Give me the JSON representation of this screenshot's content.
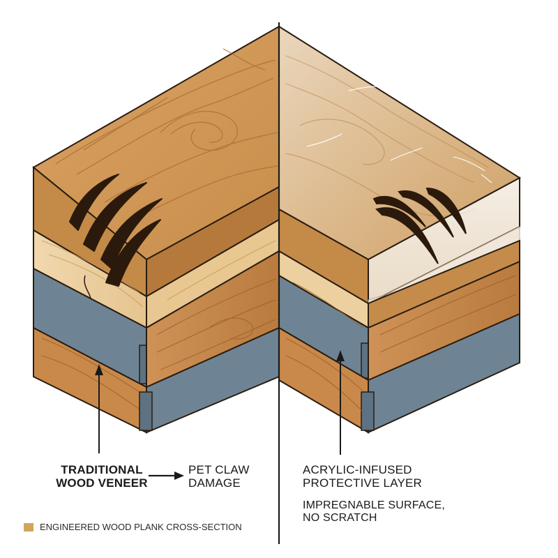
{
  "labels": {
    "traditional_line1": "TRADITIONAL",
    "traditional_line2": "WOOD VENEER",
    "damage_line1": "PET CLAW",
    "damage_line2": "DAMAGE",
    "acrylic_line1": "ACRYLIC-INFUSED",
    "acrylic_line2": "PROTECTIVE LAYER",
    "result_line1": "IMPREGNABLE SURFACE,",
    "result_line2": "NO SCRATCH"
  },
  "legend": {
    "text": "ENGINEERED WOOD PLANK CROSS-SECTION",
    "swatch_color": "#d4a35c"
  },
  "colors": {
    "veneer": "#c98f4c",
    "veneer_dark": "#b77c3c",
    "light_wood": "#ecd0a0",
    "core_wood": "#c8874a",
    "slate": "#6e8494",
    "slate_dark": "#5d7282",
    "outline": "#2a1c10",
    "scratch": "#2b1a0c",
    "acrylic_tint": "#e8dccb"
  },
  "icons": {
    "scratch": "claw-scratch-icon",
    "arrow": "arrow-right-icon"
  }
}
